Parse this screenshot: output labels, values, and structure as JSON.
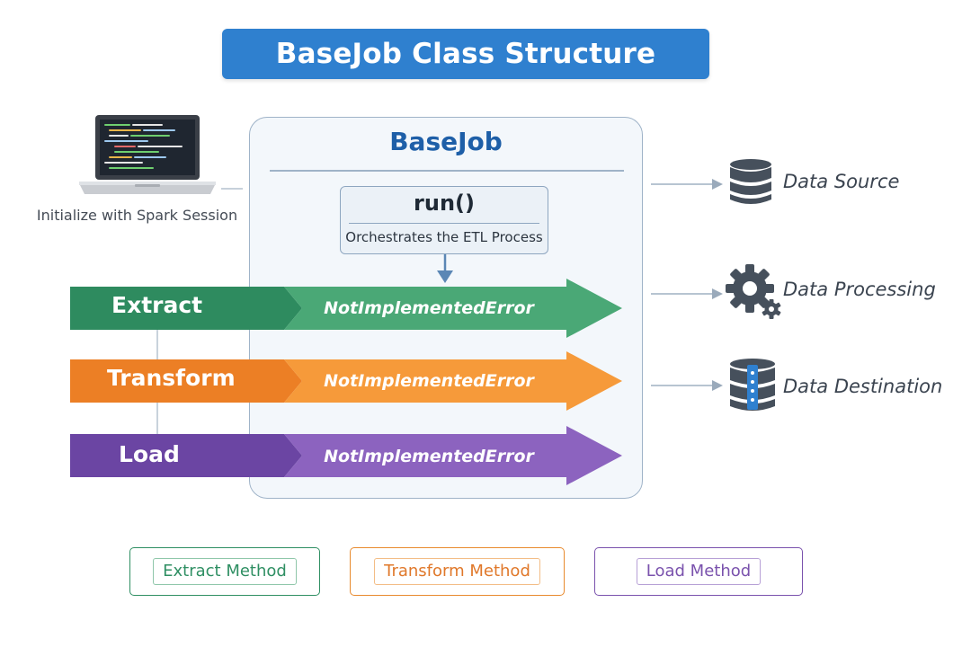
{
  "title": "BaseJob Class Structure",
  "init_label": "Initialize with Spark Session",
  "basejob": {
    "title": "BaseJob",
    "run_title": "run()",
    "run_desc": "Orchestrates the ETL Process"
  },
  "stages": [
    {
      "label": "Extract",
      "error": "NotImplementedError",
      "color_dark": "#2e8b5f",
      "color_light": "#4aa876"
    },
    {
      "label": "Transform",
      "error": "NotImplementedError",
      "color_dark": "#ec7f25",
      "color_light": "#f69a3a"
    },
    {
      "label": "Load",
      "error": "NotImplementedError",
      "color_dark": "#6b45a3",
      "color_light": "#8c63bf"
    }
  ],
  "right": {
    "source": "Data Source",
    "processing": "Data Processing",
    "destination": "Data Destination"
  },
  "legend": [
    {
      "label": "Extract Method",
      "color": "#2f8f63"
    },
    {
      "label": "Transform Method",
      "color": "#e88a2e"
    },
    {
      "label": "Load Method",
      "color": "#7a52ad"
    }
  ],
  "icons": [
    "laptop-icon",
    "database-icon",
    "gear-icon",
    "server-database-icon"
  ]
}
